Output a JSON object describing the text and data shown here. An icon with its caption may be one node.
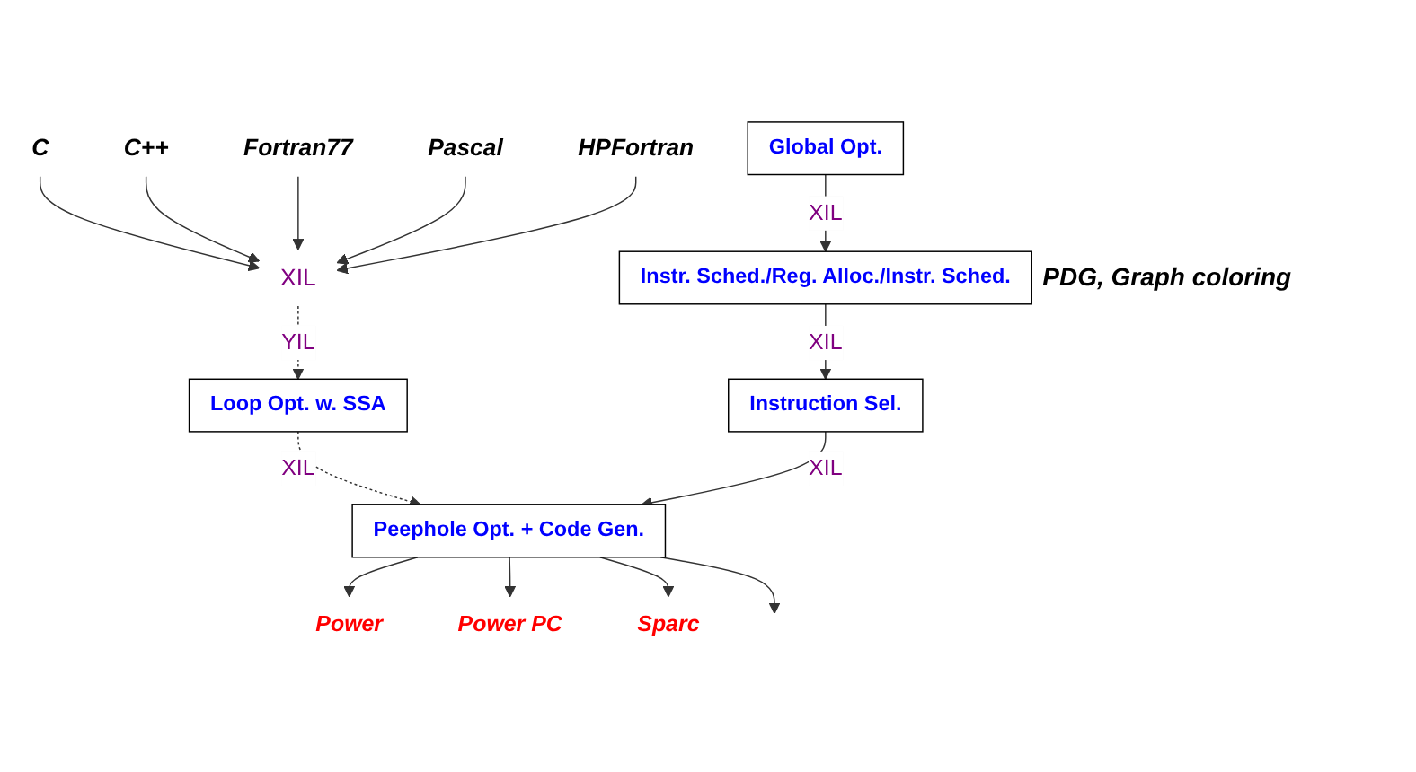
{
  "diagram": {
    "nodes": [
      {
        "text": [
          "C"
        ]
      },
      {
        "text": [
          "C++"
        ]
      },
      {
        "text": [
          "Fortran77"
        ]
      },
      {
        "text": [
          "Pascal"
        ]
      },
      {
        "text": [
          "HPFortran"
        ]
      },
      {
        "text": [
          "XIL"
        ]
      },
      {
        "text": [
          "Loop Opt. w. SSA"
        ]
      },
      {
        "text": [
          "Global Opt."
        ]
      },
      {
        "text": [
          "Instr. Sched./Reg. Alloc./Instr. Sched."
        ],
        "beside": [
          "PDG, Graph coloring"
        ]
      },
      {
        "text": [
          "Instruction Sel."
        ]
      },
      {
        "text": [
          "Peephole Opt. + Code Gen."
        ]
      },
      {
        "text": [
          "Power"
        ]
      },
      {
        "text": [
          "Power PC"
        ]
      },
      {
        "text": [
          "Sparc"
        ]
      }
    ],
    "edges": [
      {
        "from": 0,
        "to": 5,
        "arrow": "to"
      },
      {
        "from": 1,
        "to": 5,
        "arrow": "to"
      },
      {
        "from": 2,
        "to": 5,
        "arrow": "to"
      },
      {
        "from": 3,
        "to": 5,
        "arrow": "to"
      },
      {
        "from": 4,
        "to": 5,
        "arrow": "to"
      },
      {
        "from": 5,
        "to": 6,
        "arrow": "to",
        "label": "YIL",
        "style": "dashed"
      },
      {
        "from": 6,
        "to": 10,
        "arrow": "to",
        "label": "XIL",
        "style": "dashed"
      },
      {
        "from": 7,
        "to": 8,
        "arrow": "to",
        "label": "XIL"
      },
      {
        "from": 8,
        "to": 9,
        "arrow": "to",
        "label": "XIL"
      },
      {
        "from": 9,
        "to": 10,
        "arrow": "to",
        "label": "XIL"
      },
      {
        "from": 10,
        "to": 11,
        "arrow": "to"
      },
      {
        "from": 10,
        "to": 12,
        "arrow": "to"
      },
      {
        "from": 10,
        "to": 13,
        "arrow": "to"
      },
      {
        "from": 10,
        "to": null,
        "arrow": "to"
      }
    ]
  }
}
